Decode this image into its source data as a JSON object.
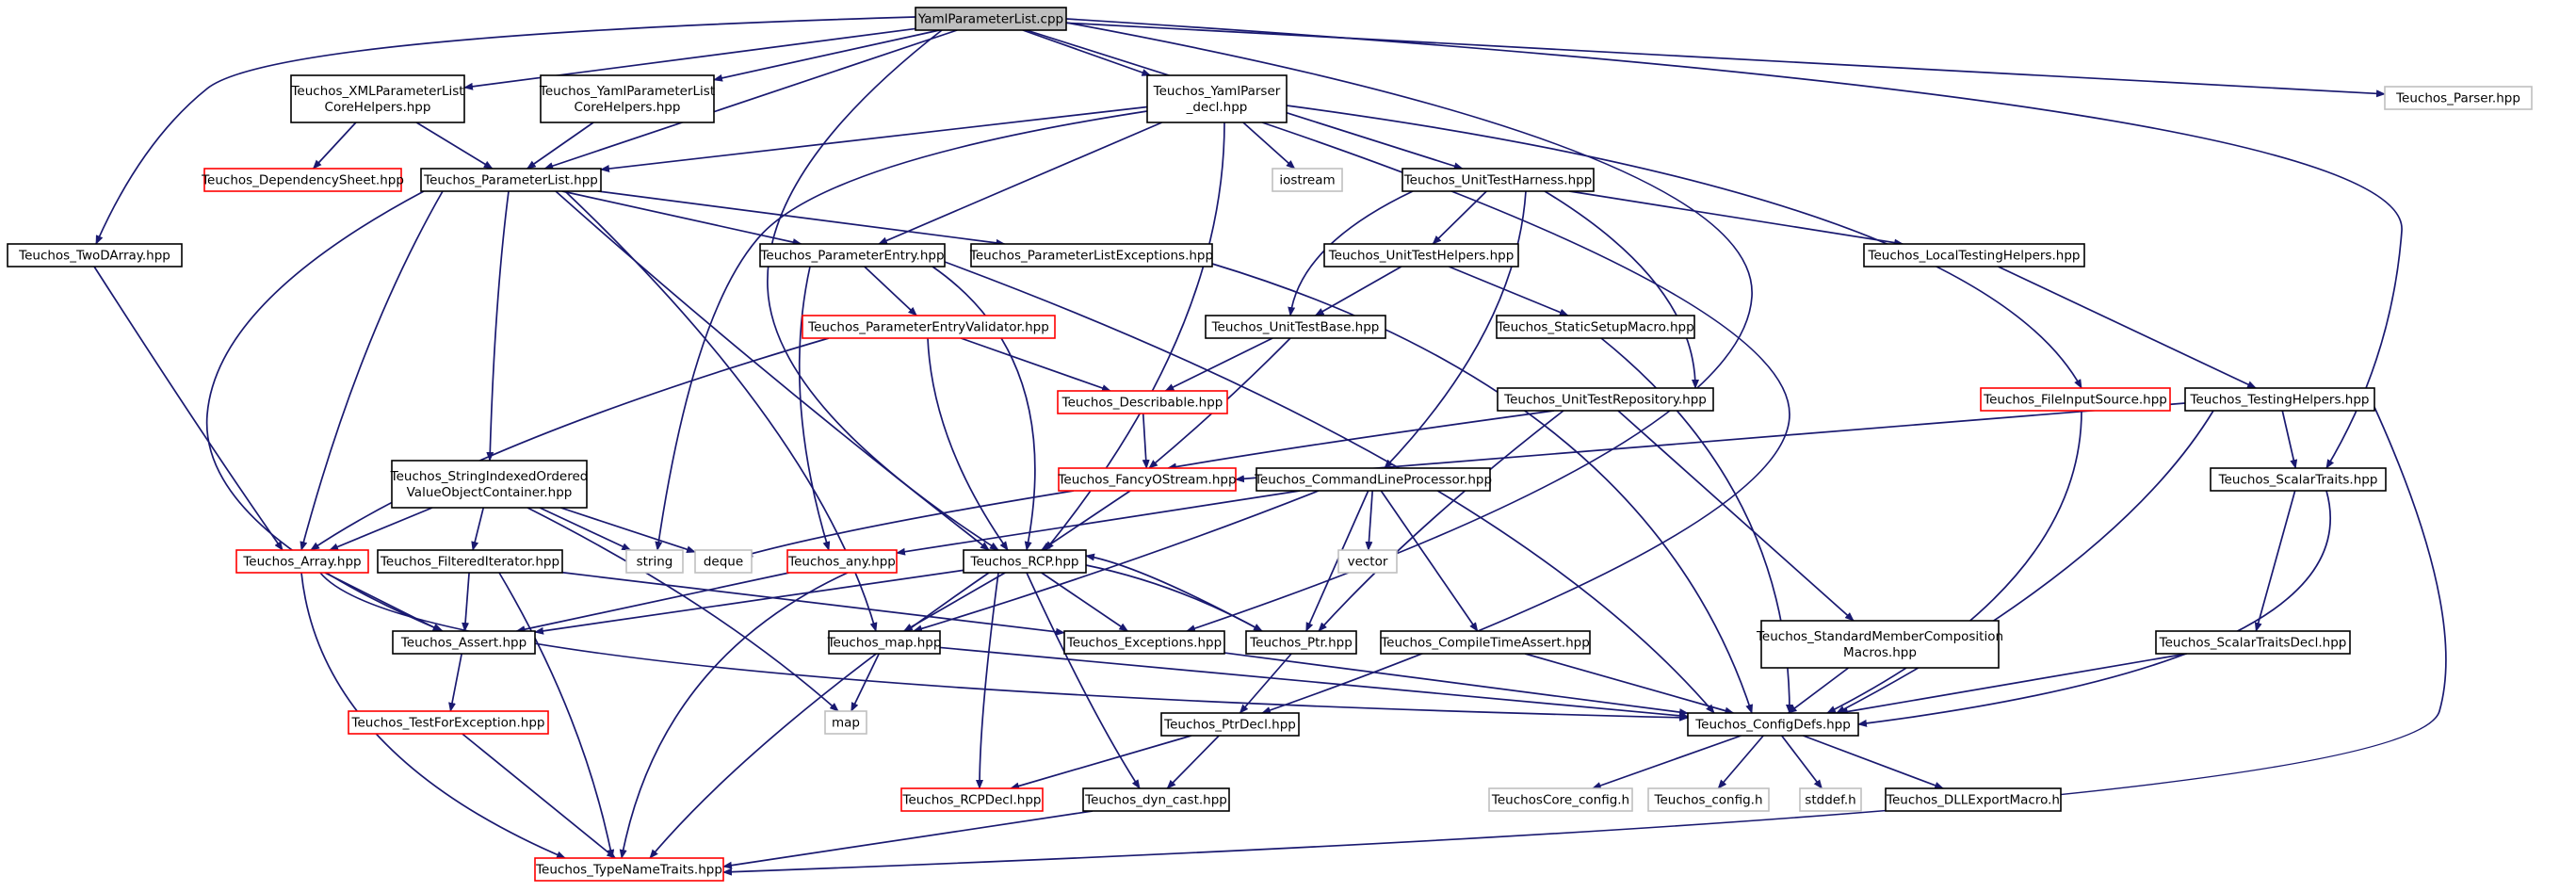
{
  "colors": {
    "edge": "#191970",
    "node_border_black": "#000000",
    "node_border_gray": "#bfbfbf",
    "node_border_red": "#ff0000",
    "root_fill": "#bfbfbf"
  },
  "nodes": [
    {
      "id": "root",
      "lines": [
        "YamlParameterList.cpp"
      ],
      "style": "root"
    },
    {
      "id": "xmlcore",
      "lines": [
        "Teuchos_XMLParameterList",
        "CoreHelpers.hpp"
      ],
      "style": "black"
    },
    {
      "id": "yamlcore",
      "lines": [
        "Teuchos_YamlParameterList",
        "CoreHelpers.hpp"
      ],
      "style": "black"
    },
    {
      "id": "yamlparser",
      "lines": [
        "Teuchos_YamlParser",
        "_decl.hpp"
      ],
      "style": "black"
    },
    {
      "id": "parser",
      "lines": [
        "Teuchos_Parser.hpp"
      ],
      "style": "gray"
    },
    {
      "id": "depsheet",
      "lines": [
        "Teuchos_DependencySheet.hpp"
      ],
      "style": "red"
    },
    {
      "id": "plist",
      "lines": [
        "Teuchos_ParameterList.hpp"
      ],
      "style": "black"
    },
    {
      "id": "iostream",
      "lines": [
        "iostream"
      ],
      "style": "gray"
    },
    {
      "id": "utharness",
      "lines": [
        "Teuchos_UnitTestHarness.hpp"
      ],
      "style": "black"
    },
    {
      "id": "twod",
      "lines": [
        "Teuchos_TwoDArray.hpp"
      ],
      "style": "black"
    },
    {
      "id": "pentry",
      "lines": [
        "Teuchos_ParameterEntry.hpp"
      ],
      "style": "black"
    },
    {
      "id": "plexc",
      "lines": [
        "Teuchos_ParameterListExceptions.hpp"
      ],
      "style": "black"
    },
    {
      "id": "uthelpers",
      "lines": [
        "Teuchos_UnitTestHelpers.hpp"
      ],
      "style": "black"
    },
    {
      "id": "localtest",
      "lines": [
        "Teuchos_LocalTestingHelpers.hpp"
      ],
      "style": "black"
    },
    {
      "id": "pevalid",
      "lines": [
        "Teuchos_ParameterEntryValidator.hpp"
      ],
      "style": "red"
    },
    {
      "id": "utbase",
      "lines": [
        "Teuchos_UnitTestBase.hpp"
      ],
      "style": "black"
    },
    {
      "id": "staticsetup",
      "lines": [
        "Teuchos_StaticSetupMacro.hpp"
      ],
      "style": "black"
    },
    {
      "id": "describable",
      "lines": [
        "Teuchos_Describable.hpp"
      ],
      "style": "red"
    },
    {
      "id": "utrepo",
      "lines": [
        "Teuchos_UnitTestRepository.hpp"
      ],
      "style": "black"
    },
    {
      "id": "fileinput",
      "lines": [
        "Teuchos_FileInputSource.hpp"
      ],
      "style": "red"
    },
    {
      "id": "testhelpers",
      "lines": [
        "Teuchos_TestingHelpers.hpp"
      ],
      "style": "black"
    },
    {
      "id": "sioc",
      "lines": [
        "Teuchos_StringIndexedOrdered",
        "ValueObjectContainer.hpp"
      ],
      "style": "black"
    },
    {
      "id": "fancy",
      "lines": [
        "Teuchos_FancyOStream.hpp"
      ],
      "style": "red"
    },
    {
      "id": "clp",
      "lines": [
        "Teuchos_CommandLineProcessor.hpp"
      ],
      "style": "black"
    },
    {
      "id": "scalartraits",
      "lines": [
        "Teuchos_ScalarTraits.hpp"
      ],
      "style": "black"
    },
    {
      "id": "array",
      "lines": [
        "Teuchos_Array.hpp"
      ],
      "style": "red"
    },
    {
      "id": "filtered",
      "lines": [
        "Teuchos_FilteredIterator.hpp"
      ],
      "style": "black"
    },
    {
      "id": "string",
      "lines": [
        "string"
      ],
      "style": "gray"
    },
    {
      "id": "deque",
      "lines": [
        "deque"
      ],
      "style": "gray"
    },
    {
      "id": "any",
      "lines": [
        "Teuchos_any.hpp"
      ],
      "style": "red"
    },
    {
      "id": "rcp",
      "lines": [
        "Teuchos_RCP.hpp"
      ],
      "style": "black"
    },
    {
      "id": "vector",
      "lines": [
        "vector"
      ],
      "style": "gray"
    },
    {
      "id": "assert",
      "lines": [
        "Teuchos_Assert.hpp"
      ],
      "style": "black"
    },
    {
      "id": "map_hpp",
      "lines": [
        "Teuchos_map.hpp"
      ],
      "style": "black"
    },
    {
      "id": "exceptions",
      "lines": [
        "Teuchos_Exceptions.hpp"
      ],
      "style": "black"
    },
    {
      "id": "ptr",
      "lines": [
        "Teuchos_Ptr.hpp"
      ],
      "style": "black"
    },
    {
      "id": "compileassert",
      "lines": [
        "Teuchos_CompileTimeAssert.hpp"
      ],
      "style": "black"
    },
    {
      "id": "stdmember",
      "lines": [
        "Teuchos_StandardMemberComposition",
        "Macros.hpp"
      ],
      "style": "black"
    },
    {
      "id": "scalartraitsdecl",
      "lines": [
        "Teuchos_ScalarTraitsDecl.hpp"
      ],
      "style": "black"
    },
    {
      "id": "testforexc",
      "lines": [
        "Teuchos_TestForException.hpp"
      ],
      "style": "red"
    },
    {
      "id": "map",
      "lines": [
        "map"
      ],
      "style": "gray"
    },
    {
      "id": "ptrdecl",
      "lines": [
        "Teuchos_PtrDecl.hpp"
      ],
      "style": "black"
    },
    {
      "id": "configdefs",
      "lines": [
        "Teuchos_ConfigDefs.hpp"
      ],
      "style": "black"
    },
    {
      "id": "rcpdecl",
      "lines": [
        "Teuchos_RCPDecl.hpp"
      ],
      "style": "red"
    },
    {
      "id": "dyncast",
      "lines": [
        "Teuchos_dyn_cast.hpp"
      ],
      "style": "black"
    },
    {
      "id": "coreconfig",
      "lines": [
        "TeuchosCore_config.h"
      ],
      "style": "gray"
    },
    {
      "id": "config",
      "lines": [
        "Teuchos_config.h"
      ],
      "style": "gray"
    },
    {
      "id": "stddef",
      "lines": [
        "stddef.h"
      ],
      "style": "gray"
    },
    {
      "id": "dllexport",
      "lines": [
        "Teuchos_DLLExportMacro.h"
      ],
      "style": "black"
    },
    {
      "id": "typename",
      "lines": [
        "Teuchos_TypeNameTraits.hpp"
      ],
      "style": "red"
    }
  ],
  "edges": [
    {
      "from": "root",
      "to": "xmlcore"
    },
    {
      "from": "root",
      "to": "yamlcore"
    },
    {
      "from": "root",
      "to": "yamlparser"
    },
    {
      "from": "root",
      "to": "plist"
    },
    {
      "from": "root",
      "to": "parser"
    },
    {
      "from": "root",
      "to": "twod"
    },
    {
      "from": "root",
      "to": "rcp"
    },
    {
      "from": "root",
      "to": "utharness"
    },
    {
      "from": "root",
      "to": "exceptions"
    },
    {
      "from": "root",
      "to": "scalartraits"
    },
    {
      "from": "xmlcore",
      "to": "plist"
    },
    {
      "from": "xmlcore",
      "to": "depsheet"
    },
    {
      "from": "yamlcore",
      "to": "plist"
    },
    {
      "from": "yamlparser",
      "to": "plist"
    },
    {
      "from": "yamlparser",
      "to": "iostream"
    },
    {
      "from": "yamlparser",
      "to": "pentry"
    },
    {
      "from": "yamlparser",
      "to": "string"
    },
    {
      "from": "yamlparser",
      "to": "rcp"
    },
    {
      "from": "yamlparser",
      "to": "fileinput"
    },
    {
      "from": "yamlparser",
      "to": "ptrdecl"
    },
    {
      "from": "plist",
      "to": "pentry"
    },
    {
      "from": "plist",
      "to": "plexc"
    },
    {
      "from": "plist",
      "to": "sioc"
    },
    {
      "from": "plist",
      "to": "array"
    },
    {
      "from": "plist",
      "to": "assert"
    },
    {
      "from": "plist",
      "to": "rcp"
    },
    {
      "from": "plist",
      "to": "map_hpp"
    },
    {
      "from": "twod",
      "to": "array"
    },
    {
      "from": "pentry",
      "to": "pevalid"
    },
    {
      "from": "pentry",
      "to": "any"
    },
    {
      "from": "pentry",
      "to": "rcp"
    },
    {
      "from": "pentry",
      "to": "configdefs"
    },
    {
      "from": "plexc",
      "to": "configdefs"
    },
    {
      "from": "pevalid",
      "to": "describable"
    },
    {
      "from": "pevalid",
      "to": "array"
    },
    {
      "from": "pevalid",
      "to": "rcp"
    },
    {
      "from": "describable",
      "to": "fancy"
    },
    {
      "from": "utharness",
      "to": "uthelpers"
    },
    {
      "from": "utharness",
      "to": "utbase"
    },
    {
      "from": "utharness",
      "to": "utrepo"
    },
    {
      "from": "utharness",
      "to": "clp"
    },
    {
      "from": "utharness",
      "to": "localtest"
    },
    {
      "from": "uthelpers",
      "to": "utbase"
    },
    {
      "from": "uthelpers",
      "to": "staticsetup"
    },
    {
      "from": "utbase",
      "to": "describable"
    },
    {
      "from": "utbase",
      "to": "fancy"
    },
    {
      "from": "staticsetup",
      "to": "configdefs"
    },
    {
      "from": "utrepo",
      "to": "fancy"
    },
    {
      "from": "utrepo",
      "to": "ptr"
    },
    {
      "from": "utrepo",
      "to": "stdmember"
    },
    {
      "from": "localtest",
      "to": "testhelpers"
    },
    {
      "from": "testhelpers",
      "to": "fancy"
    },
    {
      "from": "testhelpers",
      "to": "scalartraits"
    },
    {
      "from": "testhelpers",
      "to": "configdefs"
    },
    {
      "from": "testhelpers",
      "to": "typename"
    },
    {
      "from": "fileinput",
      "to": "configdefs"
    },
    {
      "from": "fancy",
      "to": "rcp"
    },
    {
      "from": "fancy",
      "to": "deque"
    },
    {
      "from": "clp",
      "to": "any"
    },
    {
      "from": "clp",
      "to": "map_hpp"
    },
    {
      "from": "clp",
      "to": "vector"
    },
    {
      "from": "clp",
      "to": "ptr"
    },
    {
      "from": "clp",
      "to": "compileassert"
    },
    {
      "from": "scalartraits",
      "to": "scalartraitsdecl"
    },
    {
      "from": "scalartraits",
      "to": "configdefs"
    },
    {
      "from": "scalartraitsdecl",
      "to": "configdefs"
    },
    {
      "from": "sioc",
      "to": "array"
    },
    {
      "from": "sioc",
      "to": "filtered"
    },
    {
      "from": "sioc",
      "to": "string"
    },
    {
      "from": "sioc",
      "to": "deque"
    },
    {
      "from": "sioc",
      "to": "map"
    },
    {
      "from": "array",
      "to": "assert"
    },
    {
      "from": "array",
      "to": "typename"
    },
    {
      "from": "array",
      "to": "configdefs"
    },
    {
      "from": "filtered",
      "to": "assert"
    },
    {
      "from": "filtered",
      "to": "exceptions"
    },
    {
      "from": "filtered",
      "to": "typename"
    },
    {
      "from": "any",
      "to": "assert"
    },
    {
      "from": "any",
      "to": "typename"
    },
    {
      "from": "rcp",
      "to": "assert"
    },
    {
      "from": "rcp",
      "to": "map_hpp"
    },
    {
      "from": "rcp",
      "to": "exceptions"
    },
    {
      "from": "rcp",
      "to": "ptr"
    },
    {
      "from": "rcp",
      "to": "rcpdecl"
    },
    {
      "from": "rcp",
      "to": "dyncast"
    },
    {
      "from": "rcp",
      "to": "typename"
    },
    {
      "from": "ptr",
      "to": "rcp"
    },
    {
      "from": "ptr",
      "to": "ptrdecl"
    },
    {
      "from": "assert",
      "to": "testforexc"
    },
    {
      "from": "testforexc",
      "to": "typename"
    },
    {
      "from": "map_hpp",
      "to": "map"
    },
    {
      "from": "map_hpp",
      "to": "configdefs"
    },
    {
      "from": "exceptions",
      "to": "configdefs"
    },
    {
      "from": "compileassert",
      "to": "configdefs"
    },
    {
      "from": "stdmember",
      "to": "configdefs"
    },
    {
      "from": "ptrdecl",
      "to": "rcpdecl"
    },
    {
      "from": "ptrdecl",
      "to": "dyncast"
    },
    {
      "from": "dyncast",
      "to": "typename"
    },
    {
      "from": "configdefs",
      "to": "coreconfig"
    },
    {
      "from": "configdefs",
      "to": "config"
    },
    {
      "from": "configdefs",
      "to": "stddef"
    },
    {
      "from": "configdefs",
      "to": "dllexport"
    }
  ]
}
